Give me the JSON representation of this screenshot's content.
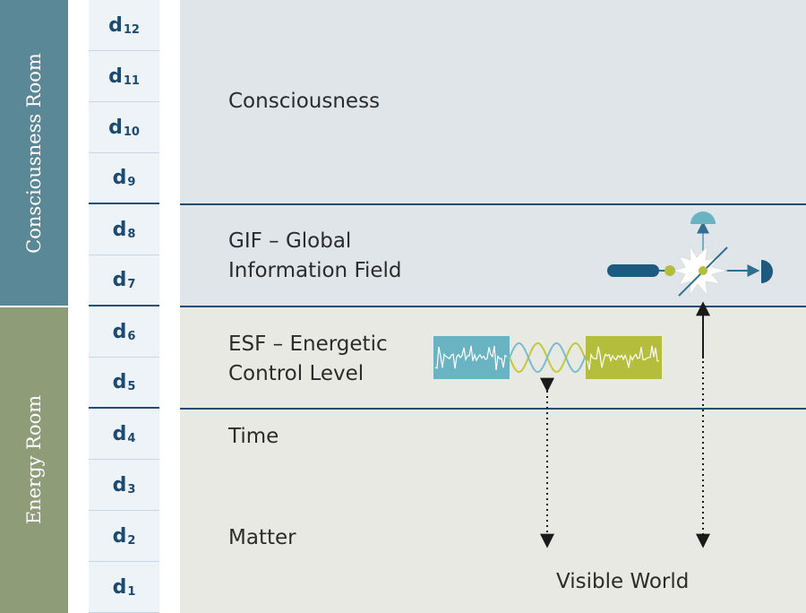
{
  "rooms": {
    "consciousness_room": "Consciousness Room",
    "energy_room": "Energy Room"
  },
  "dimensions": [
    {
      "base": "d",
      "sub": "12"
    },
    {
      "base": "d",
      "sub": "11"
    },
    {
      "base": "d",
      "sub": "10"
    },
    {
      "base": "d",
      "sub": "9"
    },
    {
      "base": "d",
      "sub": "8"
    },
    {
      "base": "d",
      "sub": "7"
    },
    {
      "base": "d",
      "sub": "6"
    },
    {
      "base": "d",
      "sub": "5"
    },
    {
      "base": "d",
      "sub": "4"
    },
    {
      "base": "d",
      "sub": "3"
    },
    {
      "base": "d",
      "sub": "2"
    },
    {
      "base": "d",
      "sub": "1"
    }
  ],
  "levels": {
    "consciousness": "Consciousness",
    "gif_line1": "GIF – Global",
    "gif_line2": "Information Field",
    "esf_line1": "ESF – Energetic",
    "esf_line2": "Control Level",
    "time": "Time",
    "matter": "Matter"
  },
  "visible_world": "Visible World",
  "colors": {
    "consciousness_room": "#5b8896",
    "energy_room": "#8e9c78",
    "dim_text": "#1b4a72",
    "divider": "#1d4f74",
    "signal_teal": "#6ab3c3",
    "signal_green": "#b4bd3c",
    "wave_green": "#c4c83a",
    "wave_teal": "#79bccb",
    "beam": "#2f6f93",
    "emitter": "#1e5a80"
  }
}
